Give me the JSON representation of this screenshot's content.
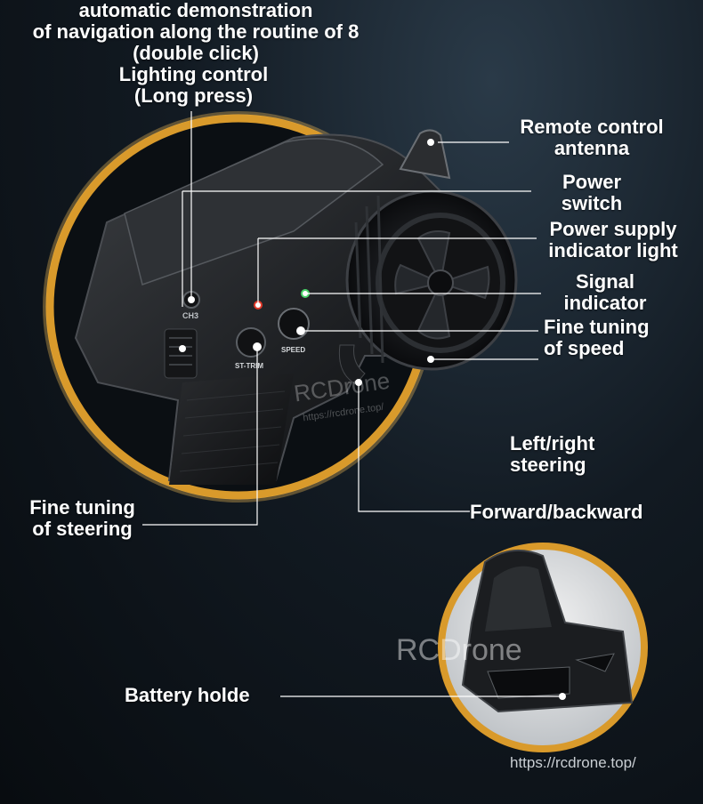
{
  "labels": {
    "demo_line1": "automatic demonstration",
    "demo_line2": "of navigation along the routine of 8",
    "demo_line3": "(double click)",
    "lighting_line1": "Lighting control",
    "lighting_line2": "(Long press)",
    "antenna_line1": "Remote control",
    "antenna_line2": "antenna",
    "power_line1": "Power",
    "power_line2": "switch",
    "supply_line1": "Power supply",
    "supply_line2": "indicator light",
    "signal_line1": "Signal",
    "signal_line2": "indicator",
    "speed_line1": "Fine tuning",
    "speed_line2": "of speed",
    "steering_lr_line1": "Left/right",
    "steering_lr_line2": "steering",
    "forward_backward": "Forward/backward",
    "fine_steer_line1": "Fine tuning",
    "fine_steer_line2": "of steering",
    "battery": "Battery holde"
  },
  "device_text": {
    "ch3": "CH3",
    "st_trim": "ST-TRIM",
    "speed": "SPEED"
  },
  "watermark": {
    "brand": "RCDrone",
    "url_small": "https://rcdrone.top/",
    "url": "https://rcdrone.top/"
  },
  "colors": {
    "ring": "#d99a2b",
    "led_red": "#e33a2a",
    "led_green": "#49d36a",
    "callout": "#ffffff"
  }
}
